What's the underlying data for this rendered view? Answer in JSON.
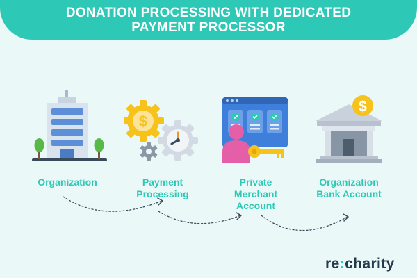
{
  "title": {
    "line1": "DONATION PROCESSING WITH DEDICATED",
    "line2": "PAYMENT PROCESSOR"
  },
  "steps": [
    {
      "lines": [
        "Organization"
      ],
      "icon": "office-building-icon"
    },
    {
      "lines": [
        "Payment",
        "Processing"
      ],
      "icon": "gears-dollar-icon"
    },
    {
      "lines": [
        "Private",
        "Merchant",
        "Account"
      ],
      "icon": "browser-user-key-icon"
    },
    {
      "lines": [
        "Organization",
        "Bank Account"
      ],
      "icon": "bank-dollar-icon"
    }
  ],
  "logo": {
    "prefix": "re",
    "separator": ":",
    "suffix": "charity"
  },
  "colors": {
    "accent": "#2ec8b6",
    "background": "#eaf8f7",
    "logo_text": "#263a4d",
    "arrow": "#3a4a5a"
  }
}
